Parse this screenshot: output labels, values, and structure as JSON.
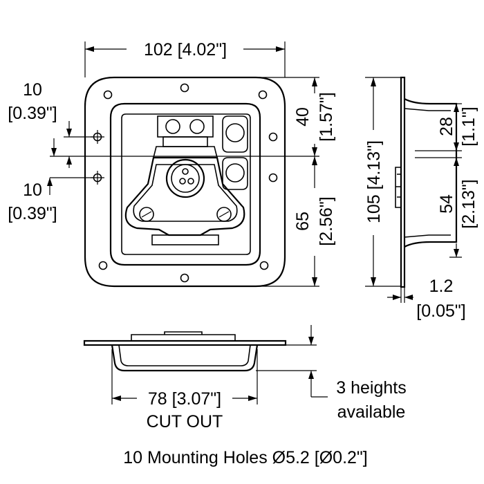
{
  "dimensions": {
    "overall_width": "102 [4.02\"]",
    "hole_offset_top_mm": "10",
    "hole_offset_top_in": "[0.39\"]",
    "hole_offset_bottom_mm": "10",
    "hole_offset_bottom_in": "[0.39\"]",
    "upper_height_mm": "40",
    "upper_height_in": "[1.57\"]",
    "lower_height_mm": "65",
    "lower_height_in": "[2.56\"]",
    "overall_height": "105 [4.13\"]",
    "side_upper_mm": "28",
    "side_upper_in": "[1.1\"]",
    "side_lower_mm": "54",
    "side_lower_in": "[2.13\"]",
    "thickness_mm": "1.2",
    "thickness_in": "[0.05\"]",
    "cutout_width": "78 [3.07\"]",
    "cutout_label": "CUT OUT",
    "heights_note_line1": "3 heights",
    "heights_note_line2": "available"
  },
  "footer_note": "10 Mounting Holes Ø5.2 [Ø0.2\"]"
}
